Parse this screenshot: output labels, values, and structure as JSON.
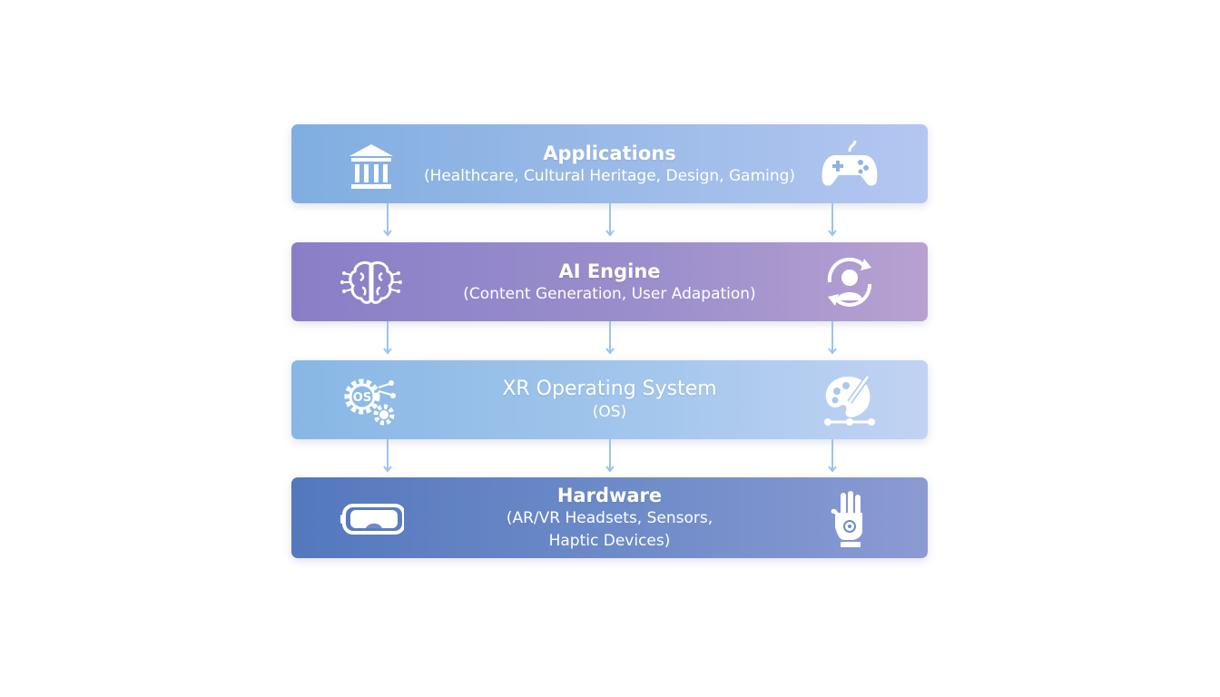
{
  "layers": [
    {
      "title": "Applications",
      "subtitle": "(Healthcare, Cultural Heritage, Design, Gaming)",
      "left_icon": "museum-icon",
      "right_icon": "gamepad-icon"
    },
    {
      "title": "AI Engine",
      "subtitle": "(Content Generation, User Adapation)",
      "left_icon": "brain-icon",
      "right_icon": "user-adapt-icon"
    },
    {
      "title": "XR Operating System",
      "subtitle": "(OS)",
      "left_icon": "os-gears-icon",
      "right_icon": "palette-icon",
      "icon_text": "OS"
    },
    {
      "title": "Hardware",
      "subtitle": "(AR/VR Headsets, Sensors,\nHaptic Devices)",
      "left_icon": "vr-headset-icon",
      "right_icon": "haptic-glove-icon"
    }
  ],
  "colors": {
    "applications": "#9dbbe9",
    "ai_engine": "#9a8ecc",
    "xr_os": "#a3c6ec",
    "hardware": "#6f8cc9",
    "arrow": "#9cc3ee"
  }
}
